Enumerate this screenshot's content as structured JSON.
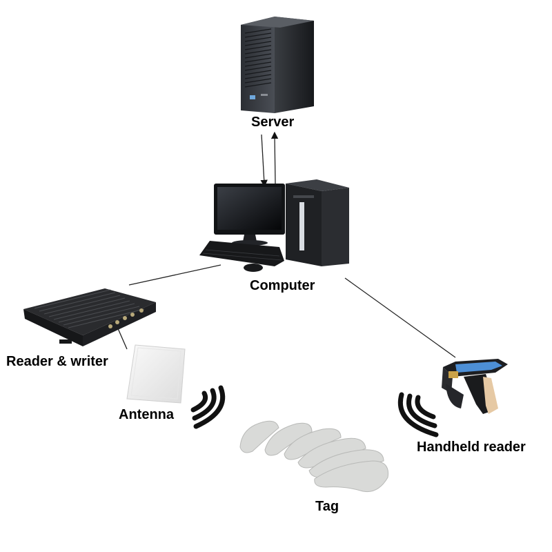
{
  "nodes": {
    "server": {
      "label": "Server"
    },
    "computer": {
      "label": "Computer"
    },
    "reader_writer": {
      "label": "Reader & writer"
    },
    "antenna": {
      "label": "Antenna"
    },
    "handheld_reader": {
      "label": "Handheld reader"
    },
    "tag": {
      "label": "Tag"
    }
  },
  "icons": {
    "server": "server-tower-icon",
    "computer": "desktop-computer-icon",
    "reader_writer": "rfid-reader-icon",
    "antenna": "rfid-antenna-icon",
    "handheld_reader": "handheld-scanner-icon",
    "tag": "rfid-tag-icon",
    "waves": "radio-wave-icon"
  },
  "colors": {
    "line": "#222222",
    "device_dark": "#1c1c1e",
    "tag_fill": "#d9dad8"
  }
}
